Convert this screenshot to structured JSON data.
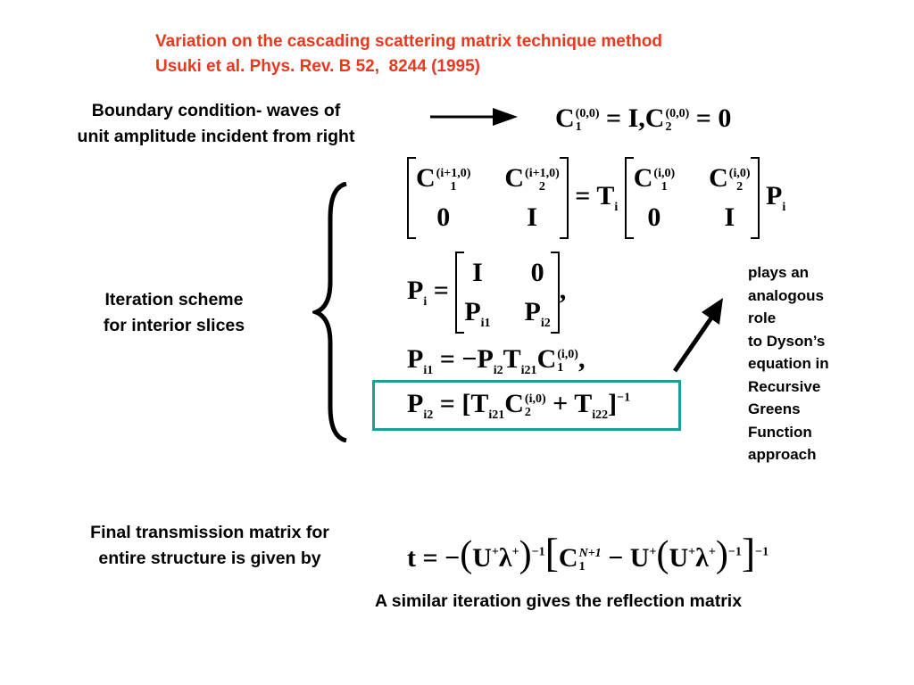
{
  "header": {
    "line1": "Variation on the cascading scattering matrix technique method",
    "line2": "Usuki et al. Phys. Rev. B 52,  8244 (1995)",
    "color": "#e8391e"
  },
  "labels": {
    "boundary": [
      "Boundary condition- waves of",
      "unit amplitude incident from right"
    ],
    "iteration": [
      "Iteration scheme",
      "for interior slices"
    ],
    "final": [
      "Final transmission matrix for",
      "entire structure is given by"
    ],
    "reflection": "A similar iteration gives the reflection matrix"
  },
  "side_note": "plays an\nanalogous\nrole\nto Dyson’s\nequation in\nRecursive\nGreens\nFunction\napproach",
  "math": {
    "C": "C",
    "I": "I",
    "T": "T",
    "P": "P",
    "U": "U",
    "t": "t",
    "lambda": "λ",
    "zero": "0",
    "eq": "=",
    "minus": "−",
    "plus": "+",
    "comma": ",",
    "comma_between": ",",
    "lbr": "[",
    "rbr": "]",
    "lpar": "(",
    "rpar": ")",
    "sub1": "1",
    "sub2": "2",
    "subi": "i",
    "subi1": "i1",
    "subi2": "i2",
    "subi21": "i21",
    "subi22": "i22",
    "sup00": "(0,0)",
    "supi10": "(i+1,0)",
    "supi0": "(i,0)",
    "supN1": "N+1",
    "supneg1": "−1",
    "supplus": "+"
  },
  "colors": {
    "box_border": "#1f9e96",
    "arrow": "#000000"
  }
}
